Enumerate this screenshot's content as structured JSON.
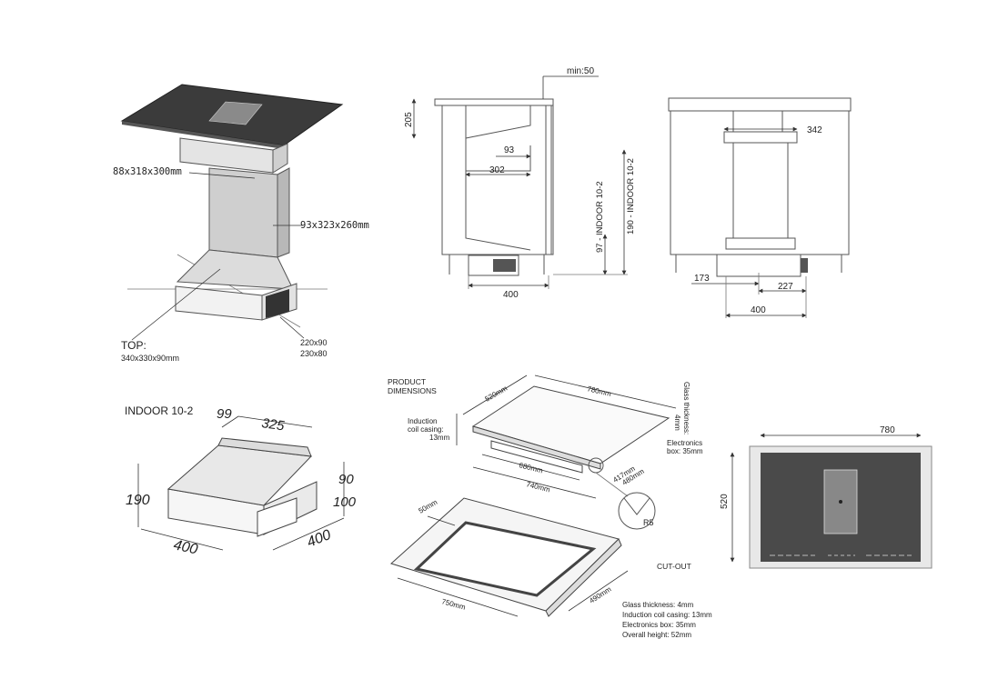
{
  "iso_unit": {
    "upper_box": "88x318x300mm",
    "column": "93x323x260mm",
    "top_label": "TOP:",
    "top_size": "340x330x90mm",
    "outlet_1": "220x90",
    "outlet_2": "230x80"
  },
  "side_view": {
    "min_gap": "min:50",
    "dim_205": "205",
    "dim_93": "93",
    "dim_302": "302",
    "dim_97": "97 - INDOOR 10-2",
    "dim_190": "190 - INDOOR 10-2",
    "dim_400": "400"
  },
  "front_view": {
    "dim_342": "342",
    "dim_173": "173",
    "dim_227": "227",
    "dim_400": "400"
  },
  "indoor_box": {
    "title": "INDOOR 10-2",
    "dim_99": "99",
    "dim_325": "325",
    "dim_190": "190",
    "dim_90": "90",
    "dim_100": "100",
    "dim_400_left": "400",
    "dim_400_right": "400"
  },
  "product": {
    "title_line1": "PRODUCT",
    "title_line2": "DIMENSIONS",
    "dim_520": "520mm",
    "dim_780": "780mm",
    "glass_1": "Glass thickness:",
    "glass_2": "4mm",
    "coil_1": "Induction",
    "coil_2": "coil casing:",
    "coil_3": "13mm",
    "elec_1": "Electronics",
    "elec_2": "box: 35mm",
    "dim_680": "680mm",
    "dim_740": "740mm",
    "dim_417": "417mm",
    "dim_480": "480mm",
    "r5": "R5"
  },
  "cutout": {
    "dim_50": "50mm",
    "dim_750": "750mm",
    "dim_490": "490mm",
    "label": "CUT-OUT",
    "notes": [
      "Glass thickness: 4mm",
      "Induction coil casing: 13mm",
      "Electronics box: 35mm",
      "Overall height: 52mm"
    ]
  },
  "top_view": {
    "dim_780": "780",
    "dim_520": "520"
  }
}
